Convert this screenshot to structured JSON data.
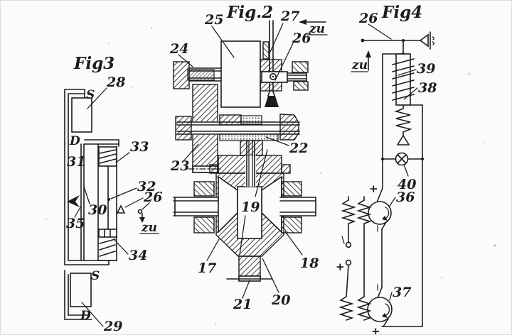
{
  "page": {
    "ink": "#1c1c1c",
    "paper": "#fbfbf9"
  },
  "fig3": {
    "title": "Fig3",
    "labels": {
      "s_top": "S",
      "n28": "28",
      "d_top": "D",
      "n31": "31",
      "n33": "33",
      "n32": "32",
      "n26": "26",
      "n30": "30",
      "n35": "35",
      "zu": "zu",
      "n34": "34",
      "s_bottom": "S",
      "d_bottom": "D",
      "n29": "29"
    }
  },
  "fig2": {
    "title": "Fig.2",
    "labels": {
      "n25": "25",
      "n27": "27",
      "zu": "zu",
      "n26": "26",
      "n24": "24",
      "n22": "22",
      "n23": "23",
      "n19": "19",
      "n17": "17",
      "n18": "18",
      "n21": "21",
      "n20": "20"
    }
  },
  "fig4": {
    "title": "Fig4",
    "labels": {
      "n26": "26",
      "zu": "zu",
      "n39": "39",
      "n38": "38",
      "n40": "40",
      "n36": "36",
      "n37": "37",
      "plus": "+"
    }
  }
}
